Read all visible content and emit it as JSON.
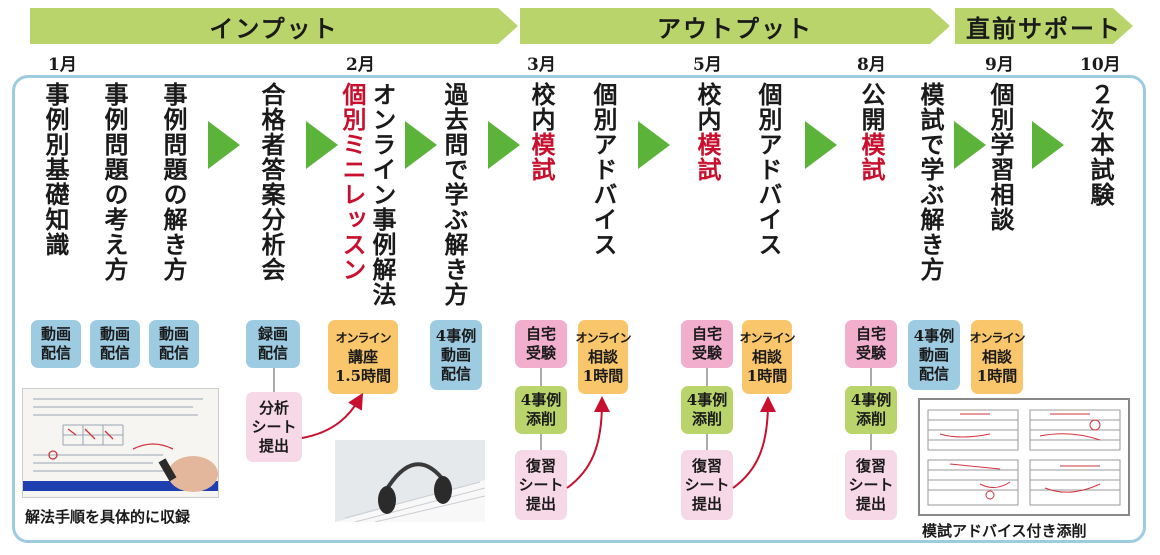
{
  "phases": [
    {
      "label": "インプット"
    },
    {
      "label": "アウトプット"
    },
    {
      "label": "直前サポート"
    }
  ],
  "months": [
    "1月",
    "2月",
    "3月",
    "5月",
    "8月",
    "9月",
    "10月"
  ],
  "steps": [
    {
      "text": "事例別基礎知識"
    },
    {
      "text": "事例問題の考え方"
    },
    {
      "text": "事例問題の解き方"
    },
    {
      "text": "合格者答案分析会"
    },
    {
      "pre": "オンライン事例解法",
      "hl": "個別ミニレッスン"
    },
    {
      "text": "過去問で学ぶ解き方"
    },
    {
      "pre": "校内",
      "hl": "模試"
    },
    {
      "text": "個別アドバイス"
    },
    {
      "pre": "校内",
      "hl": "模試"
    },
    {
      "text": "個別アドバイス"
    },
    {
      "pre": "公開",
      "hl": "模試"
    },
    {
      "text": "模試で学ぶ解き方"
    },
    {
      "text": "個別学習相談"
    },
    {
      "text": "２次本試験"
    }
  ],
  "badges": {
    "video1": [
      "動画",
      "配信"
    ],
    "video2": [
      "動画",
      "配信"
    ],
    "video3": [
      "動画",
      "配信"
    ],
    "recorded": [
      "録画",
      "配信"
    ],
    "online_lecture": [
      "オンライン",
      "講座",
      "1.5時間"
    ],
    "video4": [
      "4事例",
      "動画",
      "配信"
    ],
    "home1": [
      "自宅",
      "受験"
    ],
    "consult1": [
      "オンライン",
      "相談",
      "1時間"
    ],
    "correct1": [
      "4事例",
      "添削"
    ],
    "review1": [
      "復習",
      "シート",
      "提出"
    ],
    "home2": [
      "自宅",
      "受験"
    ],
    "consult2": [
      "オンライン",
      "相談",
      "1時間"
    ],
    "correct2": [
      "4事例",
      "添削"
    ],
    "review2": [
      "復習",
      "シート",
      "提出"
    ],
    "home3": [
      "自宅",
      "受験"
    ],
    "video5": [
      "4事例",
      "動画",
      "配信"
    ],
    "consult3": [
      "オンライン",
      "相談",
      "1時間"
    ],
    "correct3": [
      "4事例",
      "添削"
    ],
    "review3": [
      "復習",
      "シート",
      "提出"
    ],
    "analysis": [
      "分析",
      "シート",
      "提出"
    ]
  },
  "captions": {
    "left": "解法手順を具体的に収録",
    "right": "模試アドバイス付き添削"
  },
  "colors": {
    "phase": "#b9d46a",
    "frame": "#9ccbe2",
    "chevron": "#5cb33a",
    "highlight": "#c8102e",
    "arrow": "#c8102e"
  }
}
